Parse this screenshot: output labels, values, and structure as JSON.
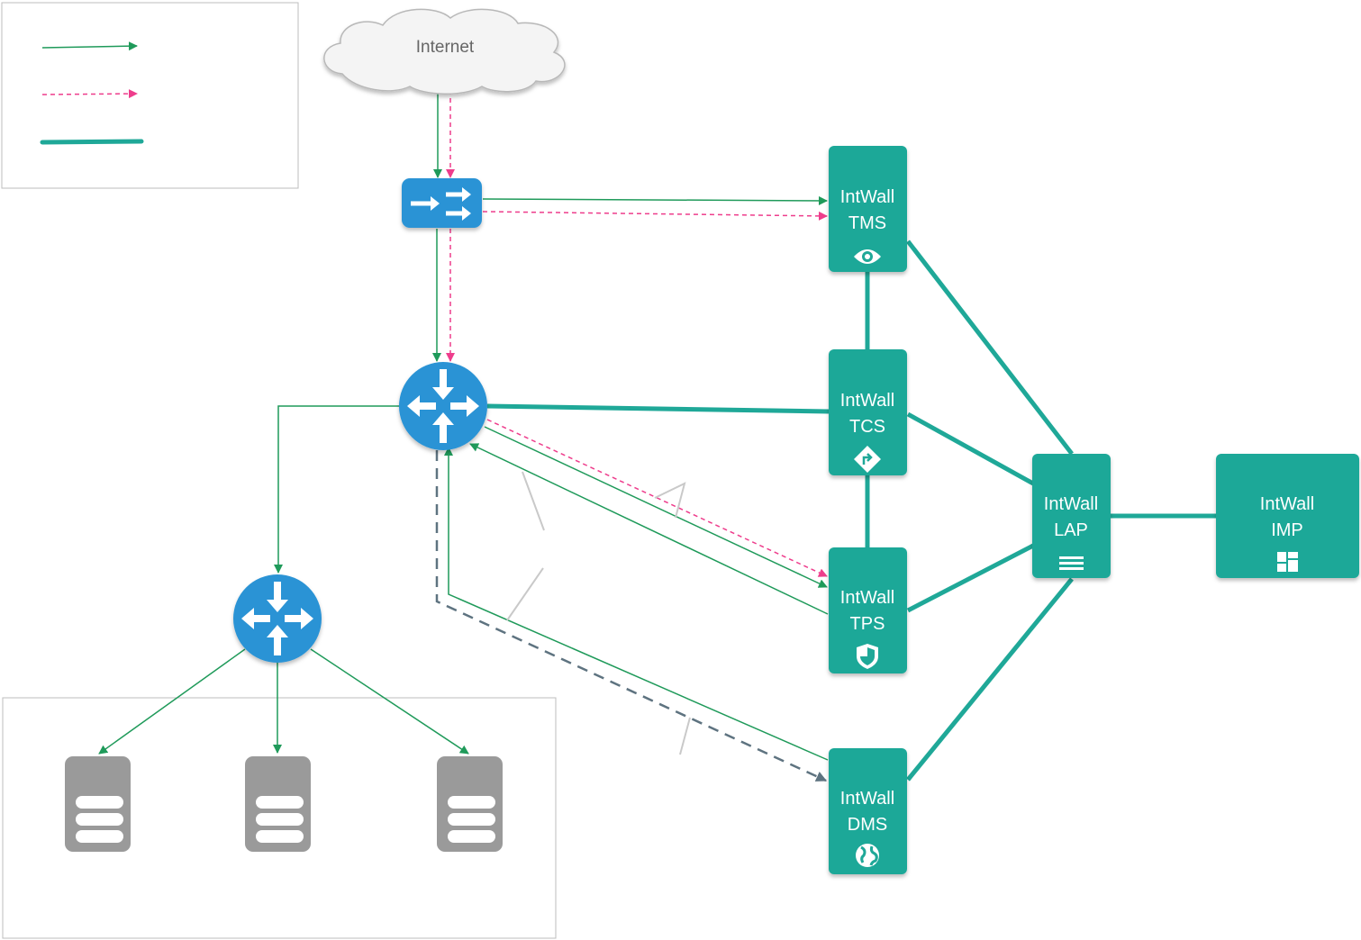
{
  "internet": {
    "label": "Internet"
  },
  "devices": [
    {
      "line1": "IntWall",
      "line2": "TMS",
      "icon": "eye-icon"
    },
    {
      "line1": "IntWall",
      "line2": "TCS",
      "icon": "route-sign-icon"
    },
    {
      "line1": "IntWall",
      "line2": "TPS",
      "icon": "shield-icon"
    },
    {
      "line1": "IntWall",
      "line2": "DMS",
      "icon": "globe-icon"
    },
    {
      "line1": "IntWall",
      "line2": "LAP",
      "icon": "menu-icon"
    },
    {
      "line1": "IntWall",
      "line2": "IMP",
      "icon": "dashboard-icon"
    }
  ],
  "colors": {
    "teal": "#1fa898",
    "green_flow": "#1f9a5a",
    "pink_flow": "#ee3d8c",
    "blue_device": "#2a93d5",
    "gray_server": "#9a9a9a",
    "dashed_gray": "#5e7380"
  },
  "legend": [
    {
      "style": "solid-green-arrow"
    },
    {
      "style": "dashed-pink-arrow"
    },
    {
      "style": "thick-teal-line"
    }
  ]
}
